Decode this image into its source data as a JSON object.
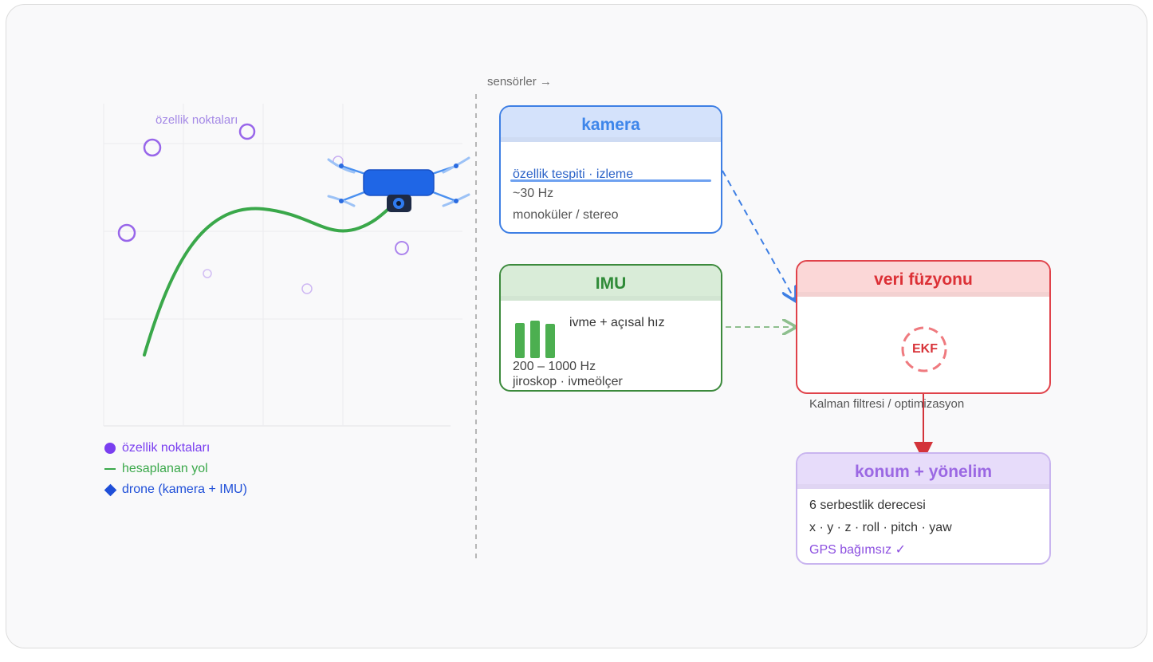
{
  "sensors_label": "sensörler →",
  "feature_points_label": "özellik noktaları",
  "camera": {
    "title": "kamera",
    "line1": "özellik tespiti · izleme",
    "line2": "~30 Hz",
    "line3": "monoküler / stereo"
  },
  "imu": {
    "title": "IMU",
    "line1": "ivme + açısal hız",
    "line2": "200 – 1000 Hz",
    "line3": "jiroskop · ivmeölçer"
  },
  "fusion": {
    "title": "veri füzyonu",
    "badge": "EKF",
    "caption": "Kalman filtresi / optimizasyon"
  },
  "pose": {
    "title": "konum + yönelim",
    "line1": "6 serbestlik derecesi",
    "line2": "x · y · z · roll · pitch · yaw",
    "line3": "GPS bağımsız ✓"
  },
  "legend": {
    "features": "özellik noktaları",
    "path": "hesaplanan yol",
    "drone": "drone (kamera + IMU)"
  },
  "colors": {
    "camera": "#3e7fe4",
    "imu": "#3c8a3c",
    "fusion": "#e0424a",
    "pose": "#c9b5ef",
    "path": "#3aa84a",
    "features": "#8e62e8",
    "drone": "#1f5fd8"
  }
}
